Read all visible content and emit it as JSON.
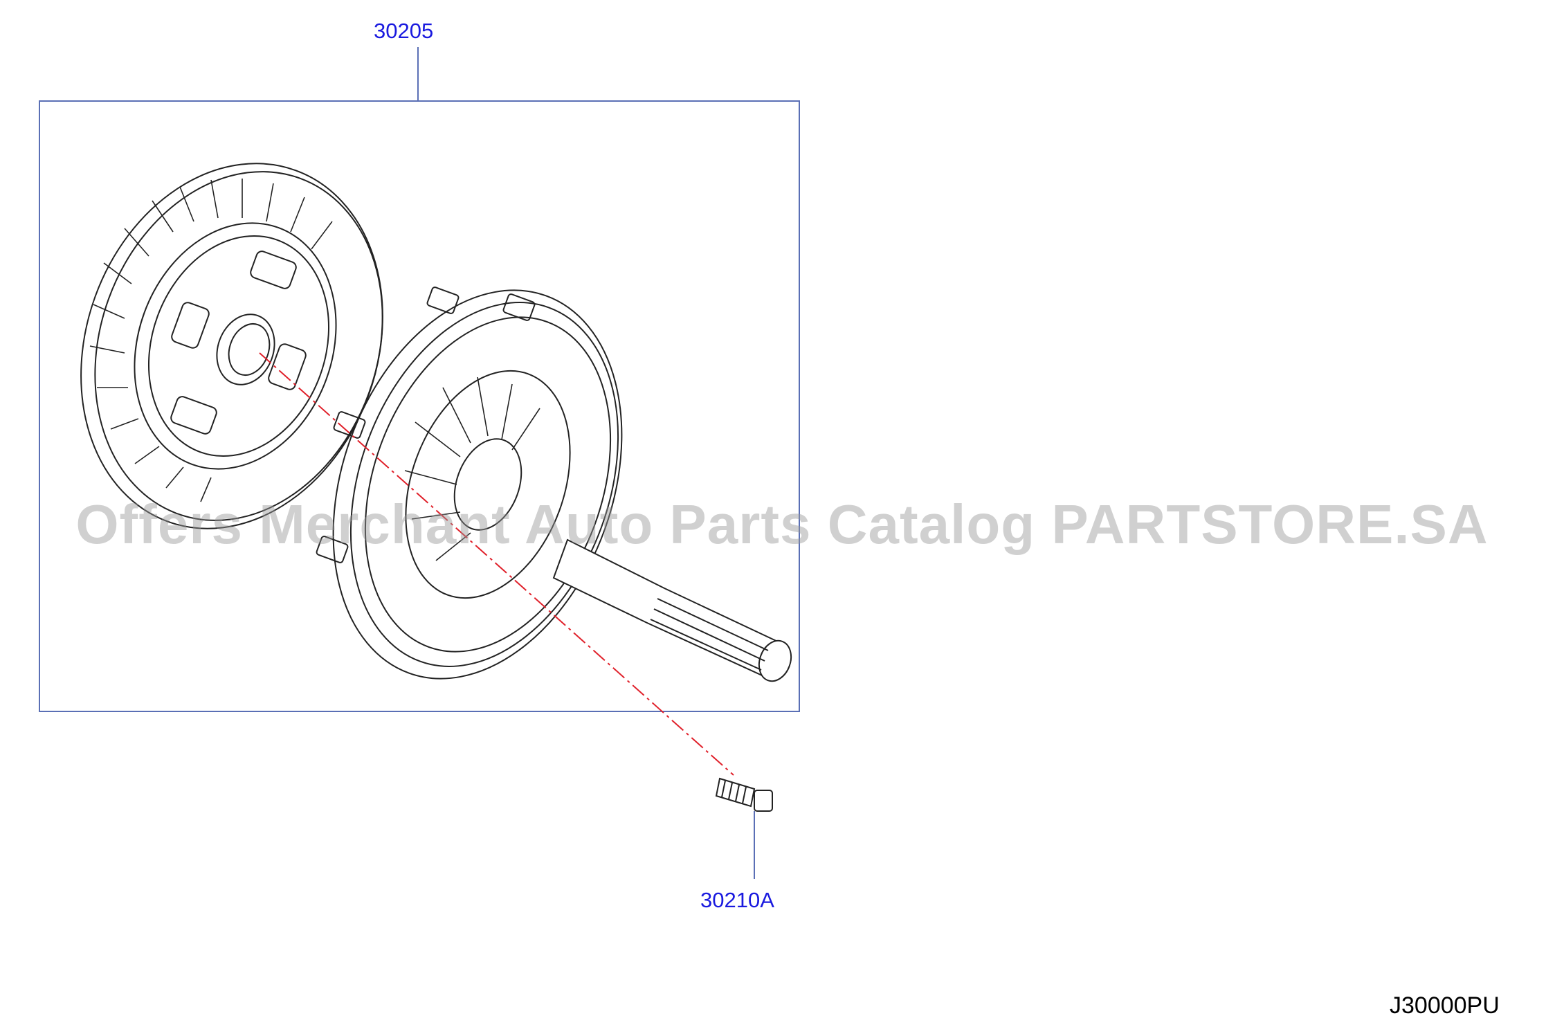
{
  "callouts": {
    "assembly_part": "30205",
    "bolt_part": "30210A"
  },
  "diagram_code": "J30000PU",
  "watermark": "Offers Merchant Auto Parts Catalog PARTSTORE.SA",
  "colors": {
    "callout_text": "#1a1adf",
    "frame_line": "#5a6fb5",
    "center_line": "#e0202a",
    "drawing_line": "#222222"
  }
}
